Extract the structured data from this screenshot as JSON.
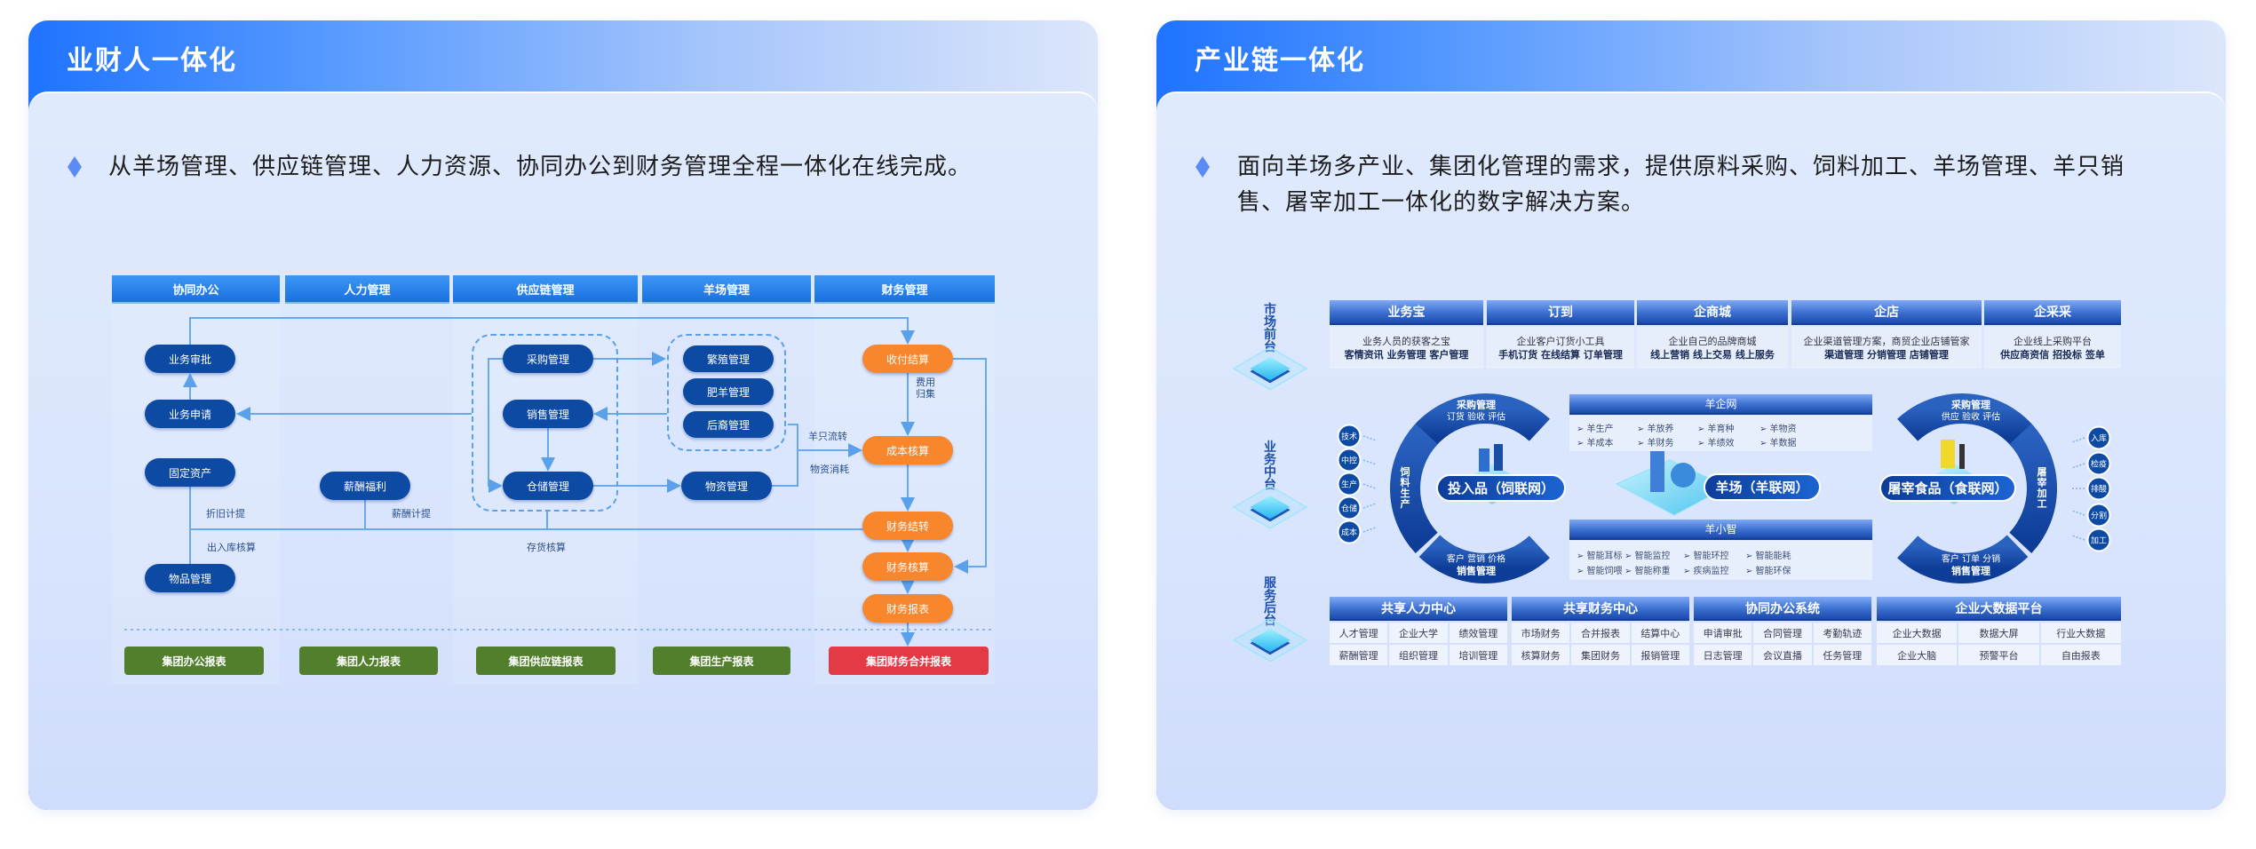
{
  "left_card": {
    "title": "业财人一体化",
    "description": "从羊场管理、供应链管理、人力资源、协同办公到财务管理全程一体化在线完成。",
    "diagram": {
      "columns": [
        "协同办公",
        "人力管理",
        "供应链管理",
        "羊场管理",
        "财务管理"
      ],
      "office": [
        "业务审批",
        "业务申请",
        "固定资产",
        "物品管理"
      ],
      "hr": [
        "薪酬福利"
      ],
      "supply": [
        "采购管理",
        "销售管理",
        "仓储管理"
      ],
      "farm": [
        "繁殖管理",
        "肥羊管理",
        "后裔管理",
        "物资管理"
      ],
      "finance": [
        "收付结算",
        "成本核算",
        "财务结转",
        "财务核算",
        "财务报表"
      ],
      "labels": {
        "fee": "费用归集",
        "sheep_flow": "羊只流转",
        "material_use": "物资消耗",
        "depreciation": "折旧计提",
        "salary": "薪酬计提",
        "inout": "出入库核算",
        "inventory": "存货核算"
      },
      "reports": [
        "集团办公报表",
        "集团人力报表",
        "集团供应链报表",
        "集团生产报表",
        "集团财务合并报表"
      ]
    }
  },
  "right_card": {
    "title": "产业链一体化",
    "description": "面向羊场多产业、集团化管理的需求，提供原料采购、饲料加工、羊场管理、羊只销售、屠宰加工一体化的数字解决方案。",
    "diagram": {
      "layers": [
        "市场前台",
        "业务中台",
        "服务后台"
      ],
      "front": [
        {
          "name": "业务宝",
          "desc": "业务人员的获客之宝",
          "features": "客情资讯 业务管理 客户管理"
        },
        {
          "name": "订到",
          "desc": "企业客户订货小工具",
          "features": "手机订货 在线结算 订单管理"
        },
        {
          "name": "企商城",
          "desc": "企业自己的品牌商城",
          "features": "线上营销 线上交易 线上服务"
        },
        {
          "name": "企店",
          "desc": "企业渠道管理方案，商贸企业店铺管家",
          "features": "渠道管理 分销管理 店铺管理"
        },
        {
          "name": "企采采",
          "desc": "企业线上采购平台",
          "features": "供应商资信 招投标 签单"
        }
      ],
      "left_ring": {
        "top_title": "采购管理",
        "top_sub": "订货 验收 评估",
        "side": "饲料生产",
        "bottom_sub": "客户 营销 价格",
        "bottom_title": "销售管理",
        "pill": "投入品（饲联网）",
        "dots": [
          "技术",
          "中控",
          "生产",
          "仓储",
          "成本"
        ]
      },
      "center": {
        "net_title": "羊企网",
        "net_items": [
          "羊生产",
          "羊放养",
          "羊育种",
          "羊物资",
          "羊成本",
          "羊财务",
          "羊绩效",
          "羊数据"
        ],
        "pill": "羊场（羊联网）",
        "smart_title": "羊小智",
        "smart_items": [
          "智能耳标",
          "智能监控",
          "智能环控",
          "智能能耗",
          "智能饲喂",
          "智能称重",
          "疾病监控",
          "智能环保"
        ]
      },
      "right_ring": {
        "top_title": "采购管理",
        "top_sub": "供应 验收 评估",
        "side": "屠宰加工",
        "bottom_sub": "客户 订单 分销",
        "bottom_title": "销售管理",
        "pill": "屠宰食品（食联网）",
        "dots": [
          "入库",
          "检疫",
          "排酸",
          "分割",
          "加工"
        ]
      },
      "back": [
        {
          "name": "共享人力中心",
          "items": [
            "人才管理",
            "企业大学",
            "绩效管理",
            "薪酬管理",
            "组织管理",
            "培训管理"
          ]
        },
        {
          "name": "共享财务中心",
          "items": [
            "市场财务",
            "合并报表",
            "结算中心",
            "核算财务",
            "集团财务",
            "报销管理"
          ]
        },
        {
          "name": "协同办公系统",
          "items": [
            "申请审批",
            "合同管理",
            "考勤轨迹",
            "日志管理",
            "会议直播",
            "任务管理"
          ]
        },
        {
          "name": "企业大数据平台",
          "items": [
            "企业大数据",
            "数据大屏",
            "行业大数据",
            "企业大脑",
            "预警平台",
            "自由报表"
          ]
        }
      ]
    }
  },
  "colors": {
    "accent": "#1f73ff",
    "node": "#0d4aa4",
    "finance": "#f7862d",
    "report": "#527f2c",
    "report_total": "#e43a45"
  }
}
